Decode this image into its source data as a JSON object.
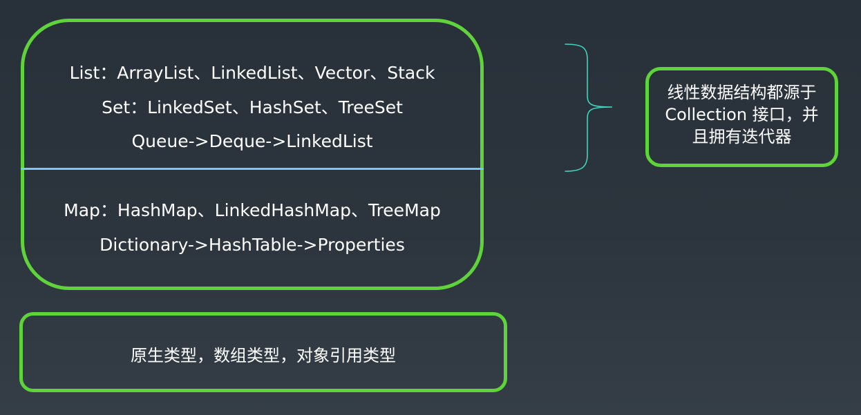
{
  "main_box": {
    "linear_lines": [
      "List：ArrayList、LinkedList、Vector、Stack",
      "Set：LinkedSet、HashSet、TreeSet",
      "Queue->Deque->LinkedList"
    ],
    "map_lines": [
      "Map：HashMap、LinkedHashMap、TreeMap",
      "Dictionary->HashTable->Properties"
    ]
  },
  "side_note": {
    "lines": [
      "线性数据结构都源于",
      "Collection 接口，并",
      "且拥有迭代器"
    ]
  },
  "bottom_box": {
    "text": "原生类型，数组类型，对象引用类型"
  },
  "colors": {
    "box_border": "#5fd43a",
    "divider": "#7cc6f1",
    "brace": "#3fd6c0",
    "background": "#2c343d",
    "text": "#ffffff"
  }
}
